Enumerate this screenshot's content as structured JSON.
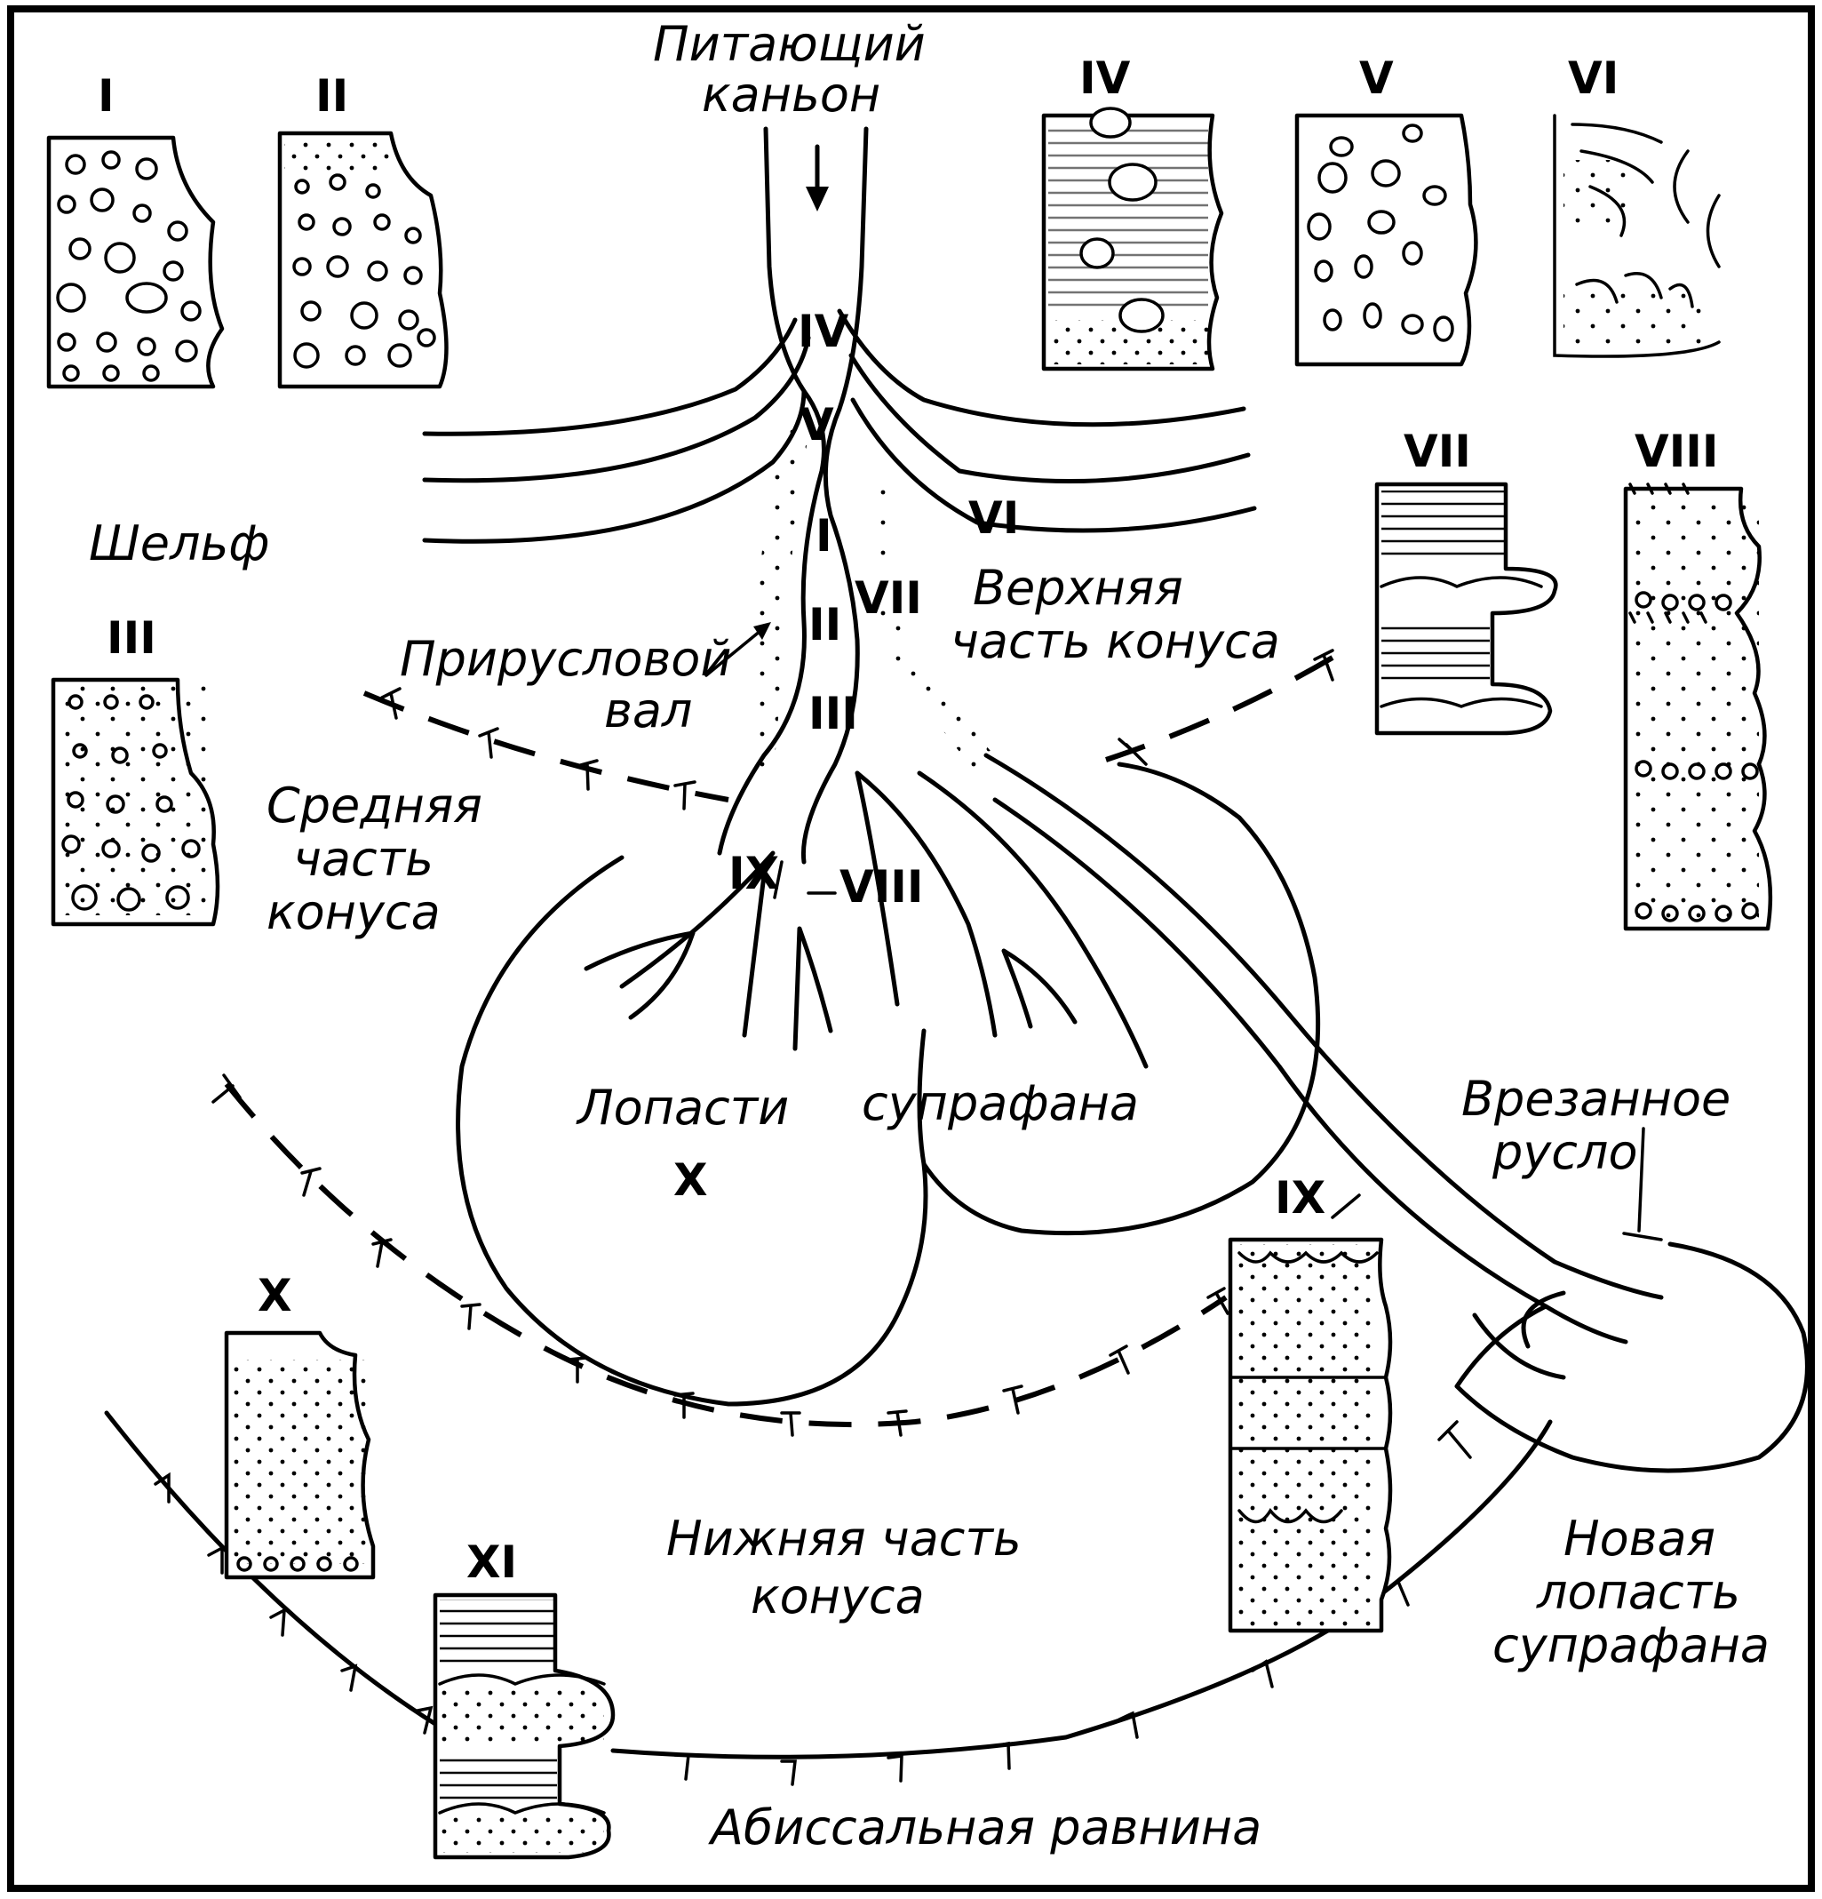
{
  "labels": {
    "feeder_canyon_1": "Питающий",
    "feeder_canyon_2": "каньон",
    "shelf": "Шельф",
    "levee_1": "Прирусловой",
    "levee_2": "вал",
    "upper_fan_1": "Верхняя",
    "upper_fan_2": "часть конуса",
    "middle_fan_1": "Средняя",
    "middle_fan_2": "часть",
    "middle_fan_3": "конуса",
    "lobes_1": "Лопасти",
    "lobes_2": "супрафана",
    "incised_1": "Врезанное",
    "incised_2": "русло",
    "lower_fan_1": "Нижняя часть",
    "lower_fan_2": "конуса",
    "new_lobe_1": "Новая",
    "new_lobe_2": "лопасть",
    "new_lobe_3": "супрафана",
    "abyssal": "Абиссальная        равнина"
  },
  "facies_on_map": {
    "IV": "IV",
    "V": "V",
    "VI": "VI",
    "I": "I",
    "II": "II",
    "III": "III",
    "VII": "VII",
    "VIII": "VIII",
    "IX": "IX",
    "X": "X"
  },
  "columns": {
    "I": "I",
    "II": "II",
    "III": "III",
    "IV": "IV",
    "V": "V",
    "VI": "VI",
    "VII": "VII",
    "VIII": "VIII",
    "IX": "IX",
    "X": "X",
    "XI": "XI"
  }
}
